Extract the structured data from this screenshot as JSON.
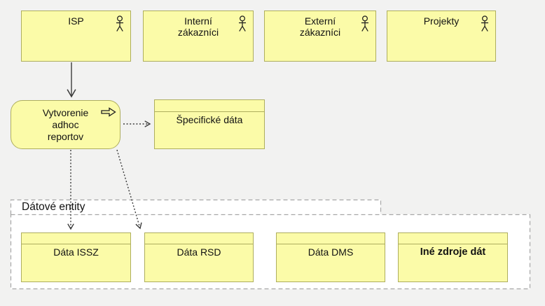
{
  "colors": {
    "background": "#f2f2f1",
    "node_fill": "#fbfba8",
    "node_border": "#aeae5e",
    "group_fill": "#ffffff",
    "group_border": "#a7a7a7",
    "text": "#121212",
    "arrow": "#3a3a3a"
  },
  "actors": [
    {
      "label": "ISP",
      "icon": "business-actor-icon"
    },
    {
      "label": "Interní\nzákazníci",
      "icon": "business-actor-icon"
    },
    {
      "label": "Externí\nzákazníci",
      "icon": "business-actor-icon"
    },
    {
      "label": "Projekty",
      "icon": "business-actor-icon"
    }
  ],
  "process": {
    "label": "Vytvorenie\nadhoc\nreportov",
    "icon": "hollow-right-arrow-icon"
  },
  "data_objects": [
    {
      "label": "Špecifické dáta",
      "emphasis": "regular"
    },
    {
      "label": "Dáta ISSZ",
      "emphasis": "regular"
    },
    {
      "label": "Dáta RSD",
      "emphasis": "regular"
    },
    {
      "label": "Dáta DMS",
      "emphasis": "regular"
    },
    {
      "label": "Iné zdroje dát",
      "emphasis": "bold"
    }
  ],
  "group": {
    "label": "Dátové entity"
  },
  "relationships": [
    {
      "from": "ISP",
      "to": "Vytvorenie adhoc reportov",
      "style": "solid",
      "arrowhead": "open"
    },
    {
      "from": "Vytvorenie adhoc reportov",
      "to": "Špecifické dáta",
      "style": "dotted",
      "arrowhead": "open"
    },
    {
      "from": "Vytvorenie adhoc reportov",
      "to": "Dáta ISSZ",
      "style": "dotted",
      "arrowhead": "open"
    },
    {
      "from": "Vytvorenie adhoc reportov",
      "to": "Dáta RSD",
      "style": "dotted",
      "arrowhead": "open"
    }
  ]
}
